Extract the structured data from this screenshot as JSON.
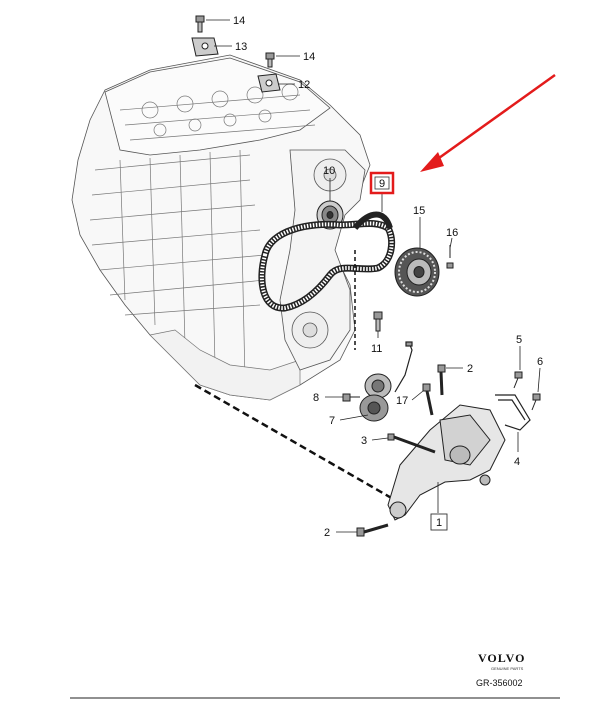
{
  "callouts": {
    "c14a": "14",
    "c13": "13",
    "c14b": "14",
    "c12": "12",
    "c10": "10",
    "c9": "9",
    "c15": "15",
    "c16": "16",
    "c11": "11",
    "c2a": "2",
    "c5": "5",
    "c6": "6",
    "c8": "8",
    "c17": "17",
    "c7": "7",
    "c3": "3",
    "c4": "4",
    "c1": "1",
    "c2b": "2"
  },
  "footer": {
    "brand": "VOLVO",
    "brand_sub": "GENUINE PARTS",
    "code": "GR-356002"
  },
  "colors": {
    "highlight": "#e31b1b",
    "line": "#2a2a2a",
    "engine_fill": "#f7f7f7"
  }
}
